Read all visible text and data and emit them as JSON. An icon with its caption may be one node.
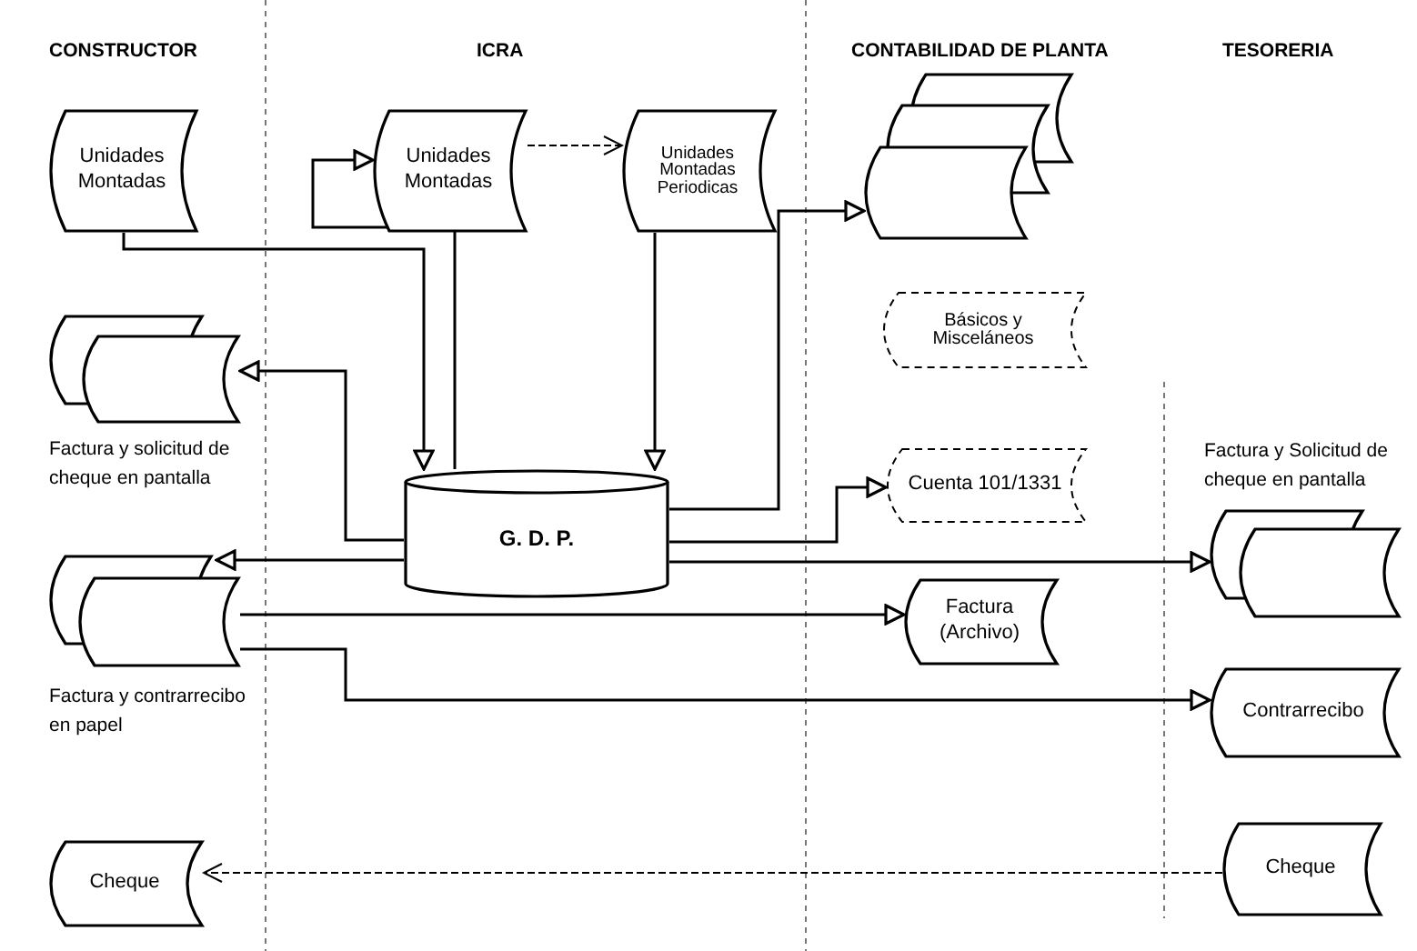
{
  "diagram": {
    "nodes": [
      {
        "text": [
          "Unidades Montadas"
        ]
      },
      {
        "text": [
          "Unidades Montadas"
        ]
      },
      {
        "text": [
          "Unidades Montadas Periodicas"
        ]
      },
      {
        "text": [],
        "shape": "document"
      },
      {
        "text": [],
        "shape": "document",
        "beside": [
          "Factura y solicitud de cheque en pantalla"
        ]
      },
      {
        "text": [
          "Básicos y Misceláneos"
        ]
      },
      {
        "text": [
          "G. D. P."
        ]
      },
      {
        "text": [
          "Cuenta 101/1331"
        ]
      },
      {
        "text": [],
        "shape": "document",
        "beside": [
          "Factura y contrarrecibo en papel"
        ]
      },
      {
        "text": [],
        "shape": "document",
        "beside": [
          "Factura y Solicitud de cheque en pantalla"
        ]
      },
      {
        "text": [
          "Factura (Archivo)"
        ]
      },
      {
        "text": [
          "Contrarrecibo"
        ]
      },
      {
        "text": [
          "Cheque"
        ]
      },
      {
        "text": [
          "Cheque"
        ]
      }
    ],
    "edges": [
      {
        "from": 0,
        "to": 6,
        "arrow": "to"
      },
      {
        "from": 6,
        "to": 1,
        "arrow": "to"
      },
      {
        "from": 1,
        "to": 2,
        "arrow": "to",
        "style": "dashed"
      },
      {
        "from": 2,
        "to": 6,
        "arrow": "to"
      },
      {
        "from": 6,
        "to": 3,
        "arrow": "to"
      },
      {
        "from": 6,
        "to": 4,
        "arrow": "to"
      },
      {
        "from": 6,
        "to": 7,
        "arrow": "to"
      },
      {
        "from": 6,
        "to": 9,
        "arrow": "to"
      },
      {
        "from": 6,
        "to": 8,
        "arrow": "to"
      },
      {
        "from": 8,
        "to": 10,
        "arrow": "to"
      },
      {
        "from": 8,
        "to": 11,
        "arrow": "to"
      },
      {
        "from": 12,
        "to": 13,
        "arrow": "to",
        "style": "dashed"
      }
    ],
    "labels": [
      "CONSTRUCTOR",
      "ICRA",
      "CONTABILIDAD DE PLANTA",
      "TESORERIA"
    ]
  }
}
